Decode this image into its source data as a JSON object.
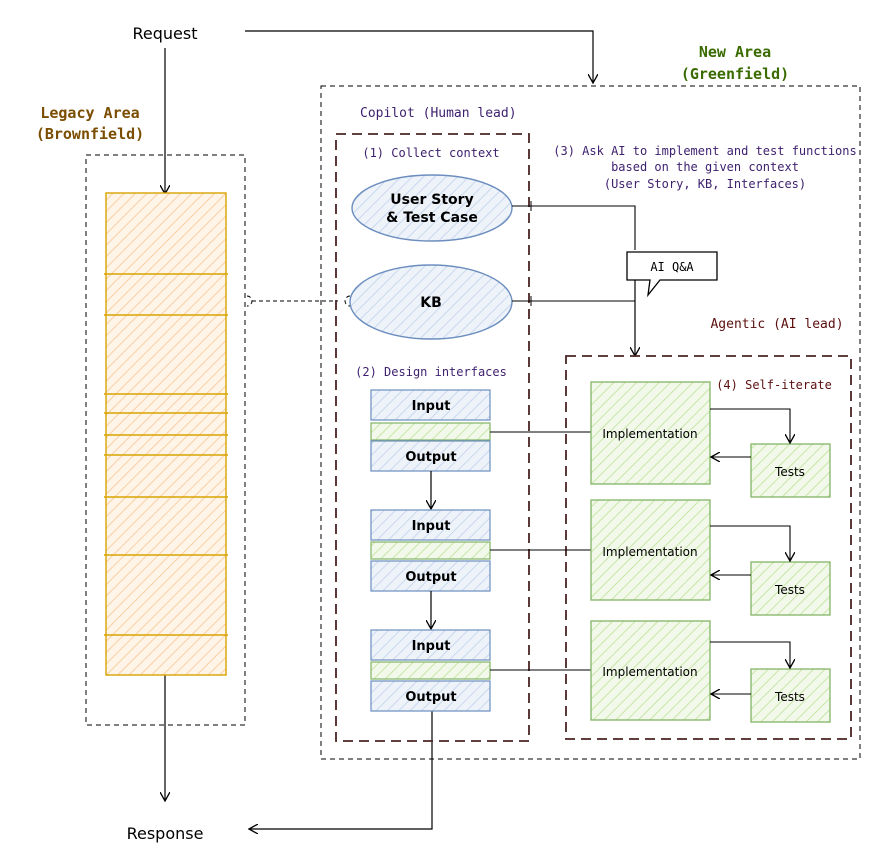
{
  "request_label": "Request",
  "response_label": "Response",
  "legacy": {
    "title_line1": "Legacy Area",
    "title_line2": "(Brownfield)"
  },
  "greenfield": {
    "title_line1": "New Area",
    "title_line2": "(Greenfield)"
  },
  "copilot": {
    "title": "Copilot (Human lead)",
    "step1": "(1) Collect context",
    "user_story_line1": "User Story",
    "user_story_line2": "& Test Case",
    "kb": "KB",
    "step2": "(2) Design interfaces",
    "interfaces": [
      {
        "input": "Input",
        "output": "Output"
      },
      {
        "input": "Input",
        "output": "Output"
      },
      {
        "input": "Input",
        "output": "Output"
      }
    ]
  },
  "step3": {
    "line1": "(3) Ask AI to implement and test functions",
    "line2": "based on the given context",
    "line3": "(User Story, KB, Interfaces)"
  },
  "ai_qa": "AI Q&A",
  "agentic": {
    "title": "Agentic (AI lead)",
    "step4": "(4) Self-iterate",
    "implementations": [
      "Implementation",
      "Implementation",
      "Implementation"
    ],
    "tests": [
      "Tests",
      "Tests",
      "Tests"
    ]
  },
  "colors": {
    "legacy_title": "#7a4d00",
    "greenfield_title": "#3a6b00",
    "copilot_text": "#3d1f6e",
    "agentic_text": "#5c0f0f",
    "legacy_fill": "#fde6cf",
    "legacy_stroke": "#d9a300",
    "blue_fill": "#dfe8f5",
    "blue_stroke": "#6c8ebf",
    "green_fill": "#dcedc8",
    "green_stroke": "#82b366"
  }
}
